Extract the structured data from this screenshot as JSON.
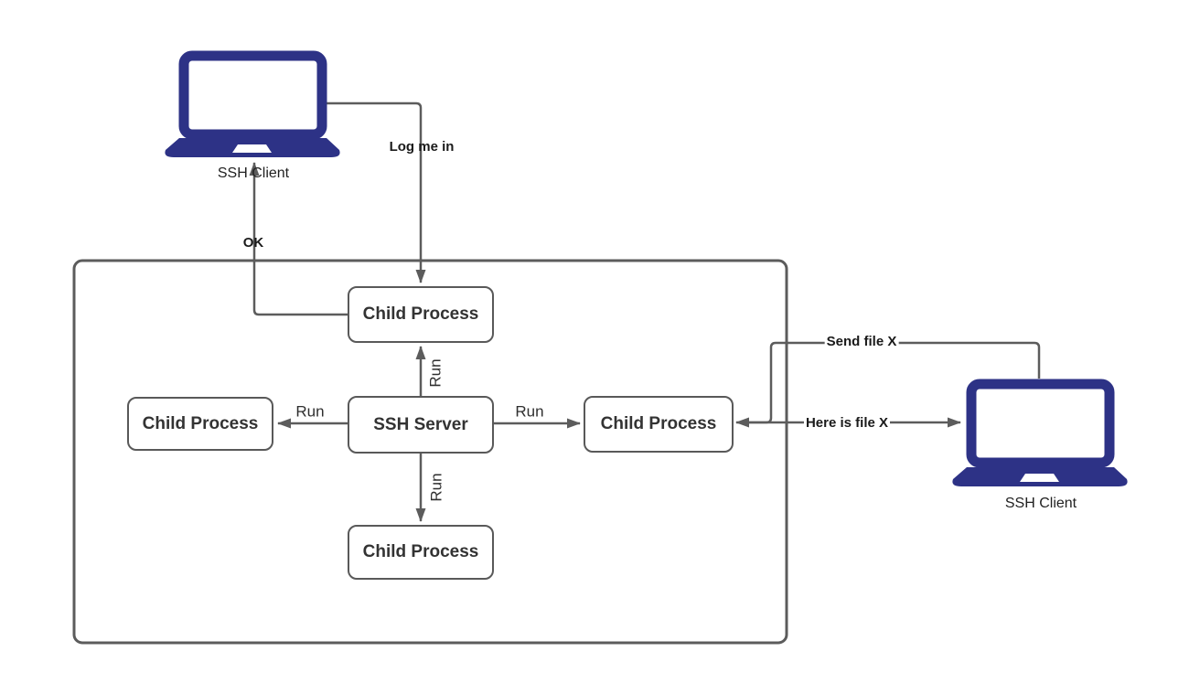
{
  "diagram": {
    "nodes": {
      "client_left": {
        "label": "SSH Client"
      },
      "client_right": {
        "label": "SSH Client"
      },
      "child_top": {
        "label": "Child Process"
      },
      "child_left": {
        "label": "Child Process"
      },
      "child_right": {
        "label": "Child Process"
      },
      "child_bottom": {
        "label": "Child Process"
      },
      "server": {
        "label": "SSH Server"
      }
    },
    "edges": {
      "log_me_in": {
        "label": "Log me in"
      },
      "ok": {
        "label": "OK"
      },
      "run_up": {
        "label": "Run"
      },
      "run_left": {
        "label": "Run"
      },
      "run_right": {
        "label": "Run"
      },
      "run_down": {
        "label": "Run"
      },
      "send_file": {
        "label": "Send file X"
      },
      "here_file": {
        "label": "Here is file X"
      }
    },
    "colors": {
      "laptop_fill": "#2d3286",
      "connector": "#5c5c5c",
      "node_border": "#595959",
      "node_text": "#333333",
      "label_text": "#1a1a1a",
      "background": "#ffffff"
    }
  }
}
